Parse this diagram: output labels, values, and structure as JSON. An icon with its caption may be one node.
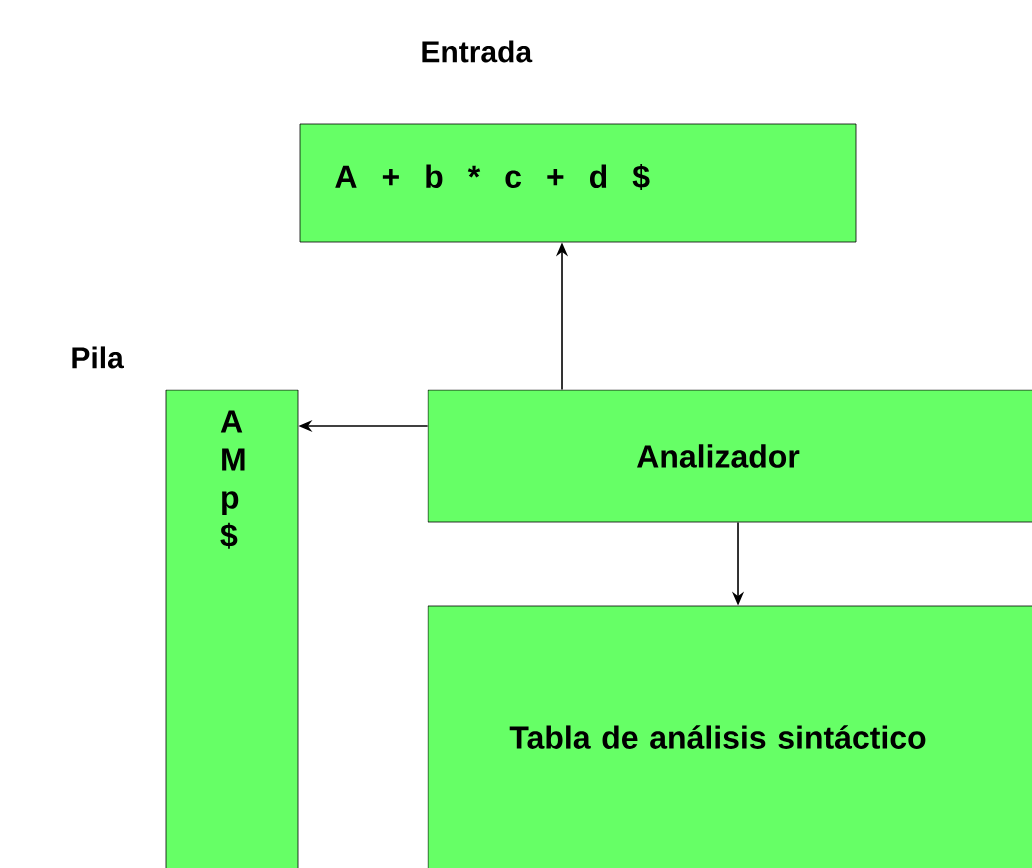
{
  "diagram": {
    "nodes": [
      {
        "text": [
          "Entrada",
          "A + b * c + d $"
        ]
      },
      {
        "text": [
          "Pila",
          "A M p $"
        ]
      },
      {
        "text": [
          "Analizador"
        ]
      },
      {
        "text": [
          "Tabla de análisis sintáctico"
        ]
      }
    ],
    "edges": [
      {
        "from": 2,
        "to": 0,
        "arrow": "to"
      },
      {
        "from": 2,
        "to": 1,
        "arrow": "to"
      },
      {
        "from": 2,
        "to": 3,
        "arrow": "to"
      }
    ]
  }
}
